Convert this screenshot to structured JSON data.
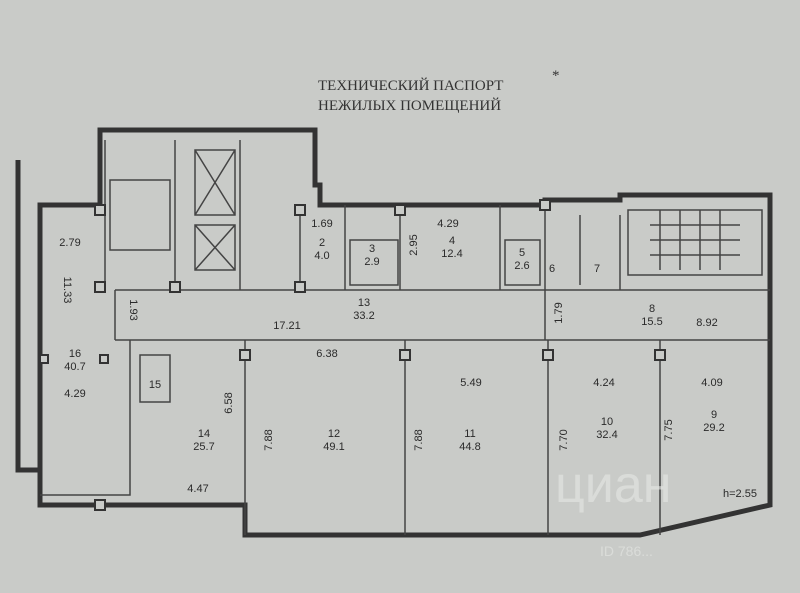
{
  "title": {
    "line1": "ТЕХНИЧЕСКИЙ ПАСПОРТ",
    "asterisk": "*",
    "line2": "НЕЖИЛЫХ ПОМЕЩЕНИЙ"
  },
  "rooms": [
    {
      "number": "2",
      "area": "4.0"
    },
    {
      "number": "3",
      "area": "2.9"
    },
    {
      "number": "4",
      "area": "12.4"
    },
    {
      "number": "5",
      "area": "2.6"
    },
    {
      "number": "6",
      "area": ""
    },
    {
      "number": "7",
      "area": ""
    },
    {
      "number": "8",
      "area": "15.5"
    },
    {
      "number": "9",
      "area": "29.2"
    },
    {
      "number": "10",
      "area": "32.4"
    },
    {
      "number": "11",
      "area": "44.8"
    },
    {
      "number": "12",
      "area": "49.1"
    },
    {
      "number": "13",
      "area": "33.2"
    },
    {
      "number": "14",
      "area": "25.7"
    },
    {
      "number": "15",
      "area": ""
    },
    {
      "number": "16",
      "area": "40.7"
    }
  ],
  "dimensions": [
    "1.69",
    "4.29",
    "2.95",
    "2.79",
    "11.33",
    "1.93",
    "17.21",
    "6.38",
    "5.49",
    "4.24",
    "4.09",
    "8.92",
    "1.79",
    "4.29",
    "6.58",
    "7.88",
    "7.88",
    "7.70",
    "7.75",
    "4.47"
  ],
  "ceiling_height": "h=2.55",
  "watermark": {
    "logo": "циан",
    "id": "ID 786..."
  }
}
